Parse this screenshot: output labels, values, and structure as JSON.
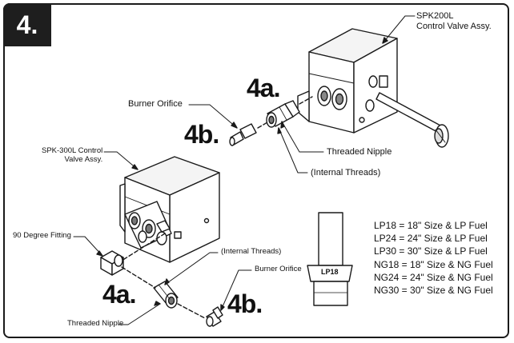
{
  "step_number": "4.",
  "labels": {
    "spk200l_line1": "SPK200L",
    "spk200l_line2": "Control Valve Assy.",
    "burner_orifice_top": "Burner Orifice",
    "step_4a_top": "4a.",
    "step_4b_top": "4b.",
    "threaded_nipple_top": "Threaded Nipple",
    "internal_threads_top": "(Internal Threads)",
    "spk300l_line1": "SPK-300L Control",
    "spk300l_line2": "Valve Assy.",
    "ninety_degree_fitting": "90 Degree Fitting",
    "internal_threads_bottom": "(Internal Threads)",
    "burner_orifice_bottom": "Burner Orifice",
    "step_4a_bottom": "4a.",
    "step_4b_bottom": "4b.",
    "threaded_nipple_bottom": "Threaded Nipple",
    "orifice_stamp": "LP18"
  },
  "legend": [
    "LP18 = 18\" Size & LP Fuel",
    "LP24 = 24\" Size & LP Fuel",
    "LP30 = 30\" Size & LP Fuel",
    "NG18 = 18\" Size & NG Fuel",
    "NG24 = 24\" Size & NG Fuel",
    "NG30 = 30\" Size & NG Fuel"
  ]
}
